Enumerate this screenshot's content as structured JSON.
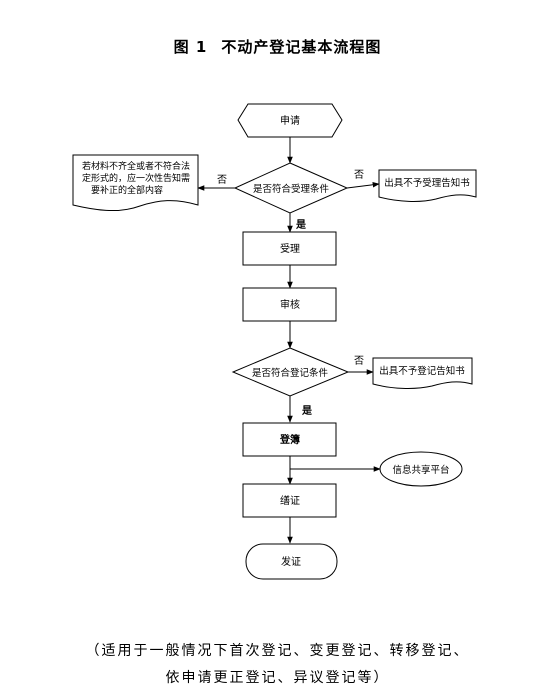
{
  "title": {
    "figure_label": "图 1",
    "text": "不动产登记基本流程图"
  },
  "nodes": {
    "apply": "申请",
    "check_accept": "是否符合受理条件",
    "accept": "受理",
    "review": "审核",
    "check_register": "是否符合登记条件",
    "register": "登簿",
    "certify": "缮证",
    "issue": "发证",
    "supplement_notice": [
      "若材料不齐全或者不符合法",
      "定形式的，应一次性告知需",
      "要补正的全部内容"
    ],
    "reject_accept_notice": "出具不予受理告知书",
    "reject_register_notice": "出具不予登记告知书",
    "share_platform": "信息共享平台"
  },
  "edge_labels": {
    "no_left": "否",
    "no_right": "否",
    "yes_accept": "是",
    "no_register": "否",
    "yes_register": "是"
  },
  "note": {
    "line1": "（适用于一般情况下首次登记、变更登记、转移登记、",
    "line2": "依申请更正登记、异议登记等）"
  }
}
